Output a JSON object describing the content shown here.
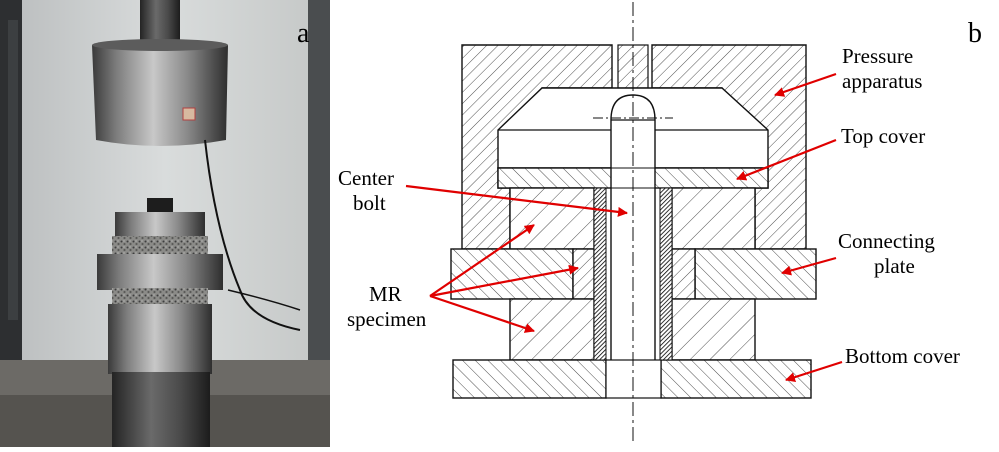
{
  "panel_a": {
    "letter": "a"
  },
  "panel_b": {
    "letter": "b",
    "labels": {
      "pressure_line1": "Pressure",
      "pressure_line2": "apparatus",
      "top_cover": "Top cover",
      "center_line1": "Center",
      "center_line2": "bolt",
      "connecting_line1": "Connecting",
      "connecting_line2": "plate",
      "mr_line1": "MR",
      "mr_line2": "specimen",
      "bottom_cover": "Bottom cover"
    },
    "arrow_color": "#e00000"
  }
}
